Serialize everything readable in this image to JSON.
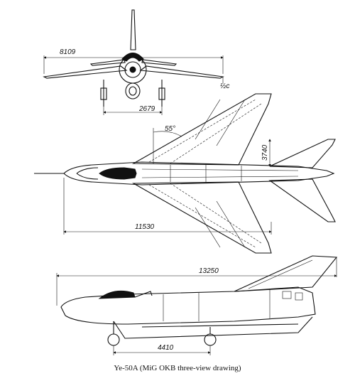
{
  "caption": "Ye-50A (MiG OKB three-view drawing)",
  "dimensions": {
    "wingspan": "8109",
    "track": "2679",
    "sweep_angle": "55°",
    "tail_span": "3740",
    "length_plan": "11530",
    "length_side": "13250",
    "wheelbase": "4410",
    "marker": "½c"
  }
}
